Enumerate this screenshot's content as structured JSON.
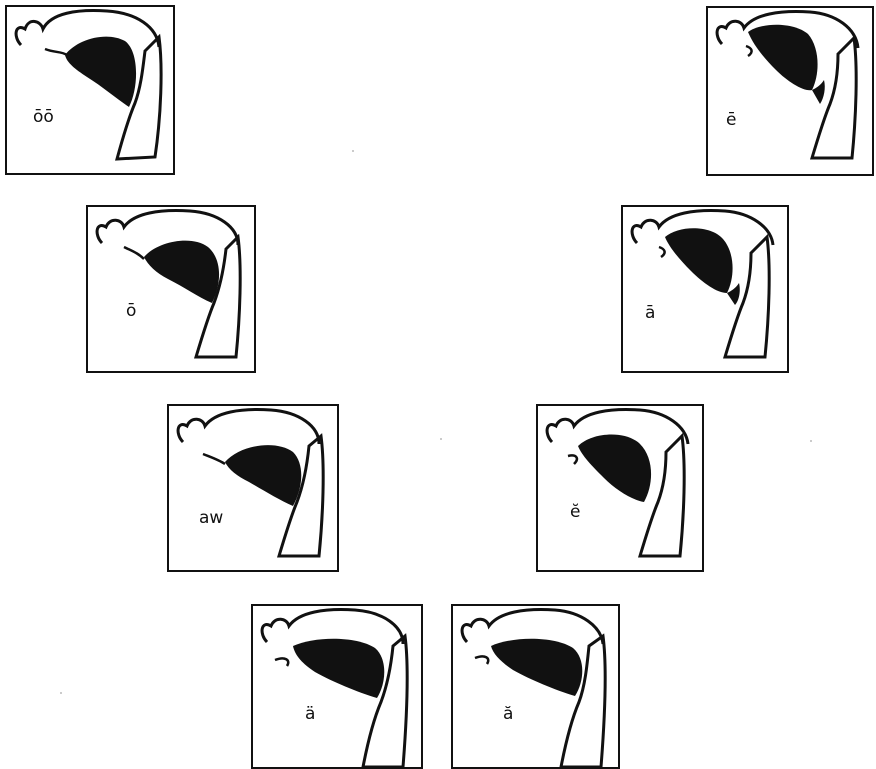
{
  "diagram": {
    "ink_color": "#111111",
    "background_color": "#ffffff",
    "panels": [
      {
        "id": "oo",
        "label": "ōō",
        "tongue": "back-high"
      },
      {
        "id": "e-long",
        "label": "ē",
        "tongue": "front-high"
      },
      {
        "id": "o-long",
        "label": "ō",
        "tongue": "back-mid"
      },
      {
        "id": "a-long",
        "label": "ā",
        "tongue": "front-mid"
      },
      {
        "id": "aw",
        "label": "aw",
        "tongue": "back-low"
      },
      {
        "id": "e-short",
        "label": "ĕ",
        "tongue": "front-low"
      },
      {
        "id": "a-umlaut",
        "label": "ä",
        "tongue": "low-flat"
      },
      {
        "id": "a-short",
        "label": "ă",
        "tongue": "low-flat"
      }
    ]
  }
}
